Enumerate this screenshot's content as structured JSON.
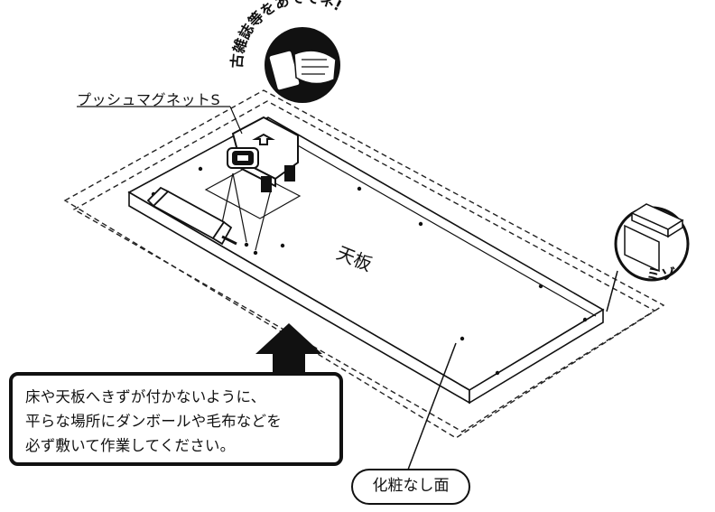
{
  "labels": {
    "magnet": "プッシュマグネットS",
    "board": "天板",
    "groove": "ミゾ",
    "finished_face": "化粧なし面",
    "arc_note": "古雑誌等をあててネ!"
  },
  "note": {
    "lines": [
      "床や天板へきずが付かないように、",
      "平らな場所にダンボールや毛布などを",
      "必ず敷いて作業してください。"
    ]
  },
  "icons": {
    "hammer_cloth": "hand-holding-hammer-icon",
    "push_magnet": "push-magnet-part-icon",
    "glue_tube": "glue-tube-icon",
    "groove_detail": "groove-detail-magnifier-icon",
    "up_arrow": "up-arrow-icon"
  }
}
